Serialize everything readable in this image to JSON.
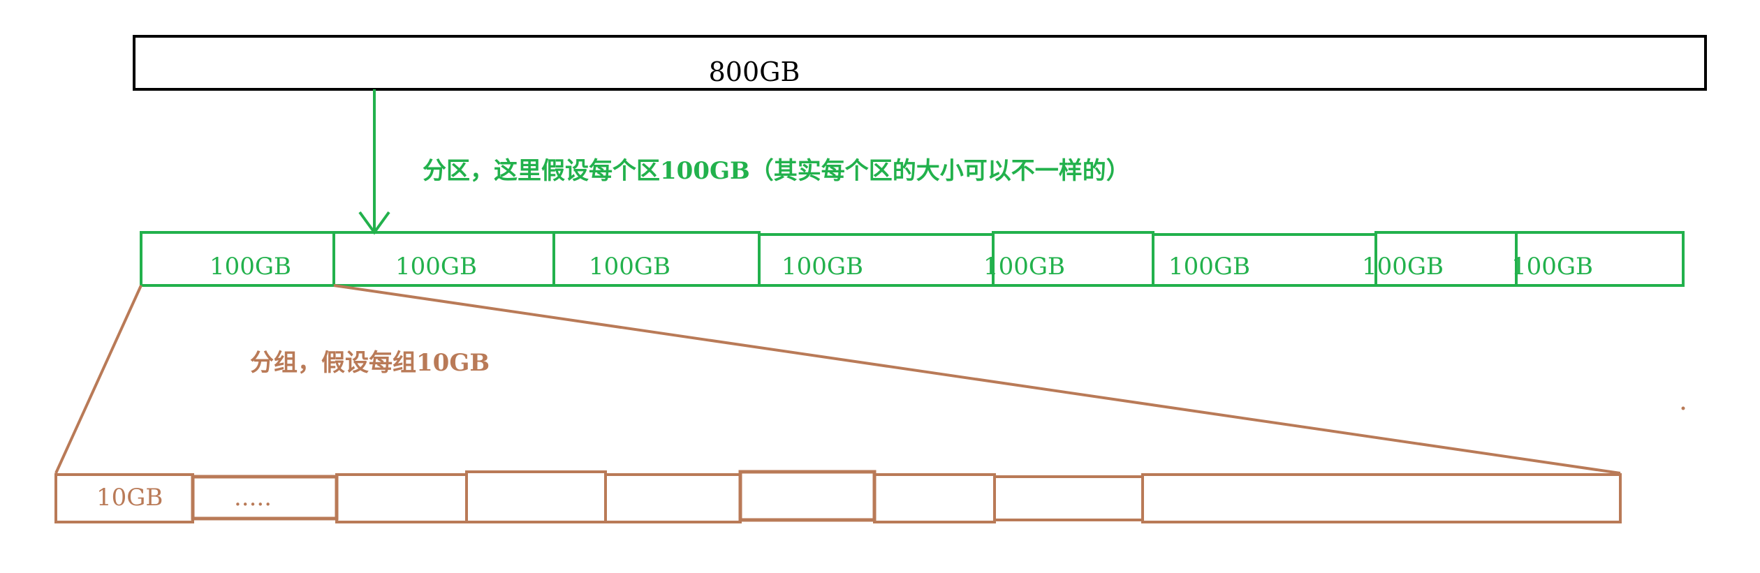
{
  "disk": {
    "label": "800GB"
  },
  "partition_note": "分区，这里假设每个区100GB（其实每个区的大小可以不一样的）",
  "partitions": [
    "100GB",
    "100GB",
    "100GB",
    "100GB",
    "100GB",
    "100GB",
    "100GB",
    "100GB"
  ],
  "group_note": "分组，假设每组10GB",
  "groups": [
    "10GB",
    ".....",
    "",
    "",
    "",
    "",
    "",
    "",
    ""
  ],
  "colors": {
    "disk": "#000000",
    "partition": "#22b14c",
    "group": "#b97a57"
  }
}
